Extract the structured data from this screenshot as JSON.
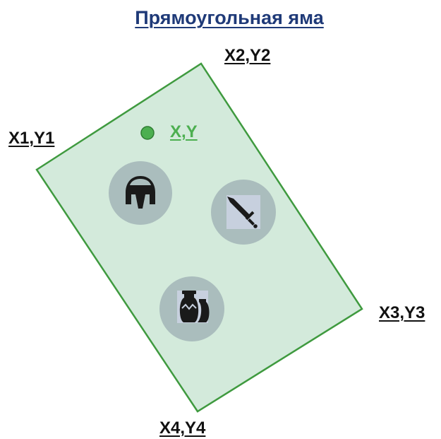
{
  "title": "Прямоугольная яма",
  "corners": {
    "top_left": "X1,Y1",
    "top_right": "X2,Y2",
    "bottom_right": "X3,Y3",
    "bottom": "X4,Y4"
  },
  "point_label": "X,Y",
  "items": [
    {
      "icon": "helmet-icon"
    },
    {
      "icon": "sword-icon"
    },
    {
      "icon": "pottery-icon"
    }
  ],
  "colors": {
    "title": "#1f3a78",
    "pit_fill": "#d3eadb",
    "pit_stroke": "#3f9a3f",
    "point": "#4caf50",
    "point_label": "#4caf50",
    "corner_label": "#111111",
    "icon_circle": "#aabdbd",
    "icon_fg": "#1a1a1a",
    "icon_tile": "#c7d0de"
  }
}
